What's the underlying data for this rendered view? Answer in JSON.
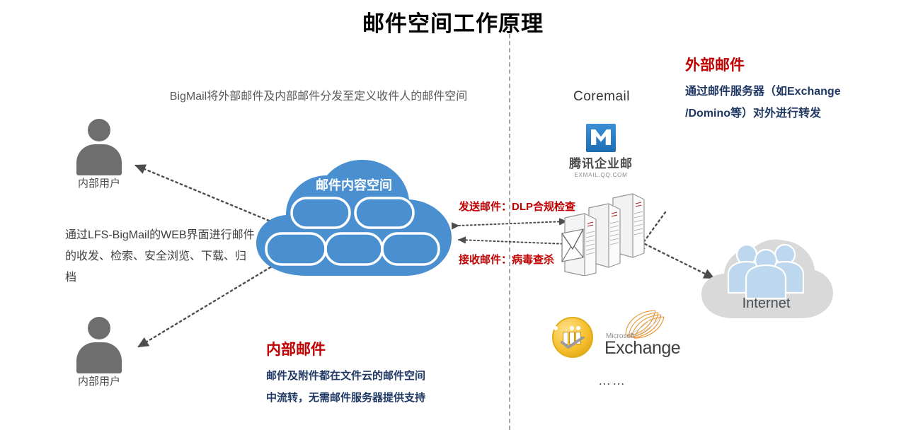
{
  "title": "邮件空间工作原理",
  "top_caption": "BigMail将外部邮件及内部邮件分发至定义收件人的邮件空间",
  "cloud": {
    "label": "邮件内容空间",
    "color": "#4a90d0",
    "block_count": 5
  },
  "users": [
    {
      "label": "内部用户",
      "position": "top"
    },
    {
      "label": "内部用户",
      "position": "bottom"
    }
  ],
  "left_description": "通过LFS-BigMail的WEB界面进行邮件的收发、检索、安全浏览、下载、归档",
  "flow_labels": {
    "send": "发送邮件：DLP合规检查",
    "receive": "接收邮件：病毒查杀",
    "color": "#c00000"
  },
  "mail_servers": {
    "coremail": "Coremail",
    "tencent": {
      "cn": "腾讯企业邮",
      "en": "EXMAIL.QQ.COM"
    },
    "exchange": {
      "brand": "Microsoft",
      "name": "Exchange"
    },
    "ellipsis": "……"
  },
  "internet": {
    "label": "Internet",
    "cloud_color": "#d9d9d9",
    "people_color": "#bdd7ee"
  },
  "external_mail": {
    "title": "外部邮件",
    "body_line1": "通过邮件服务器（如Exchange",
    "body_line2": "/Domino等）对外进行转发"
  },
  "internal_mail": {
    "title": "内部邮件",
    "body_line1": "邮件及附件都在文件云的邮件空间",
    "body_line2": "中流转，无需邮件服务器提供支持"
  }
}
